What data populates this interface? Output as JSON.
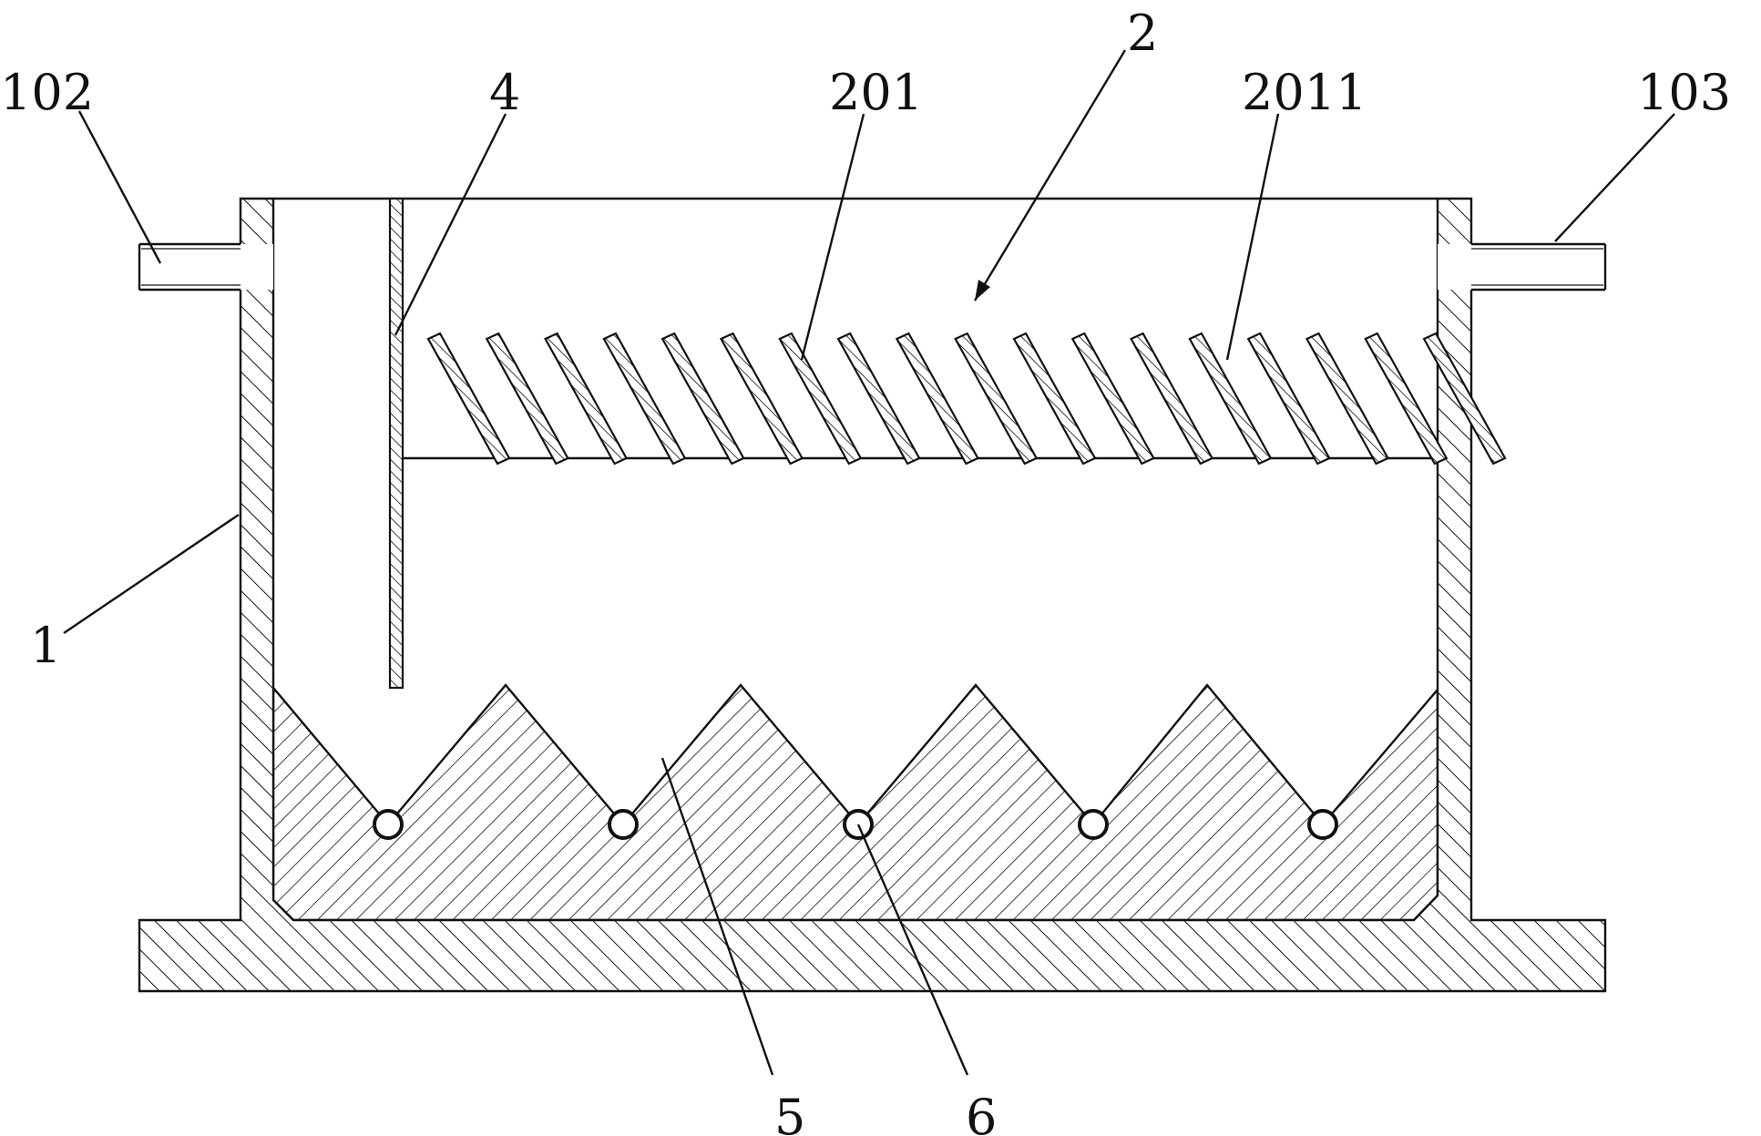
{
  "labels": {
    "l102": "102",
    "l4": "4",
    "l201": "201",
    "l2": "2",
    "l2011": "2011",
    "l103": "103",
    "l1": "1",
    "l5": "5",
    "l6": "6"
  }
}
